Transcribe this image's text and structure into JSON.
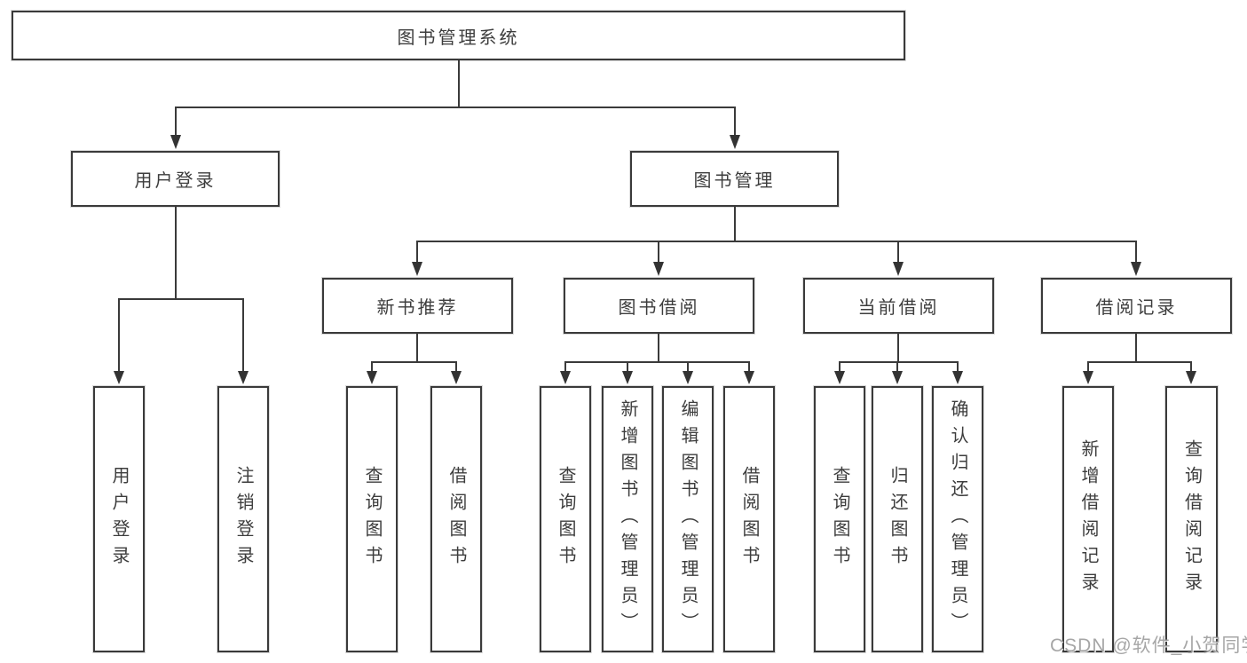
{
  "tree": {
    "root": {
      "label": "图书管理系统"
    },
    "children": [
      {
        "label": "用户登录",
        "children": [
          {
            "label": "用户登录"
          },
          {
            "label": "注销登录"
          }
        ]
      },
      {
        "label": "图书管理",
        "children": [
          {
            "label": "新书推荐",
            "children": [
              {
                "label": "查询图书"
              },
              {
                "label": "借阅图书"
              }
            ]
          },
          {
            "label": "图书借阅",
            "children": [
              {
                "label": "查询图书"
              },
              {
                "label": "新增图书（管理员）"
              },
              {
                "label": "编辑图书（管理员）"
              },
              {
                "label": "借阅图书"
              }
            ]
          },
          {
            "label": "当前借阅",
            "children": [
              {
                "label": "查询图书"
              },
              {
                "label": "归还图书"
              },
              {
                "label": "确认归还（管理员）"
              }
            ]
          },
          {
            "label": "借阅记录",
            "children": [
              {
                "label": "新增借阅记录"
              },
              {
                "label": "查询借阅记录"
              }
            ]
          }
        ]
      }
    ]
  },
  "watermark": {
    "text": "CSDN @软件_小贺同学"
  },
  "colors": {
    "line": "#3a3a3a",
    "text": "#3d3d3d",
    "watermark": "#9a9a9a"
  }
}
